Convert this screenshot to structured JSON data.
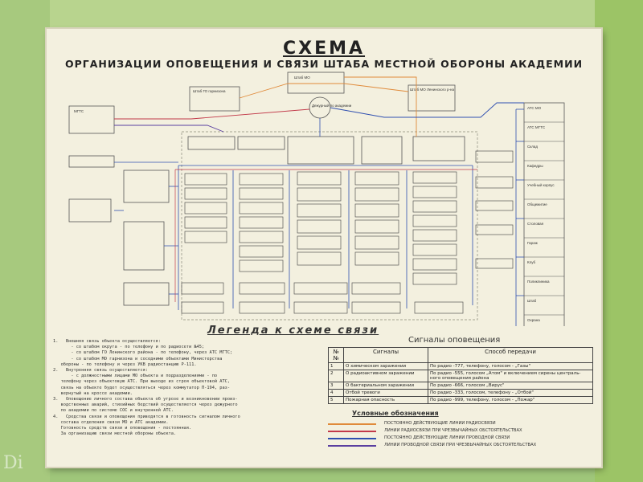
{
  "title_main": "СХЕМА",
  "title_sub": "ОРГАНИЗАЦИИ ОПОВЕЩЕНИЯ И СВЯЗИ ШТАБА МЕСТНОЙ ОБОРОНЫ АКАДЕМИИ",
  "legend_title": "Легенда к схеме связи",
  "notes": [
    "1.   Внешняя связь объекта осуществляется:",
    "       - со штабом округа - по телефону и по радиосети №45;",
    "       - со штабом ГО Ленинского района - по телефону, через АТС МГТС;",
    "       - со штабом МО гарнизона и соседними объектами Министерства",
    "   обороны - по телефону и через УКВ радиостанцию Р-111.",
    "2.   Внутренняя связь осуществляется:",
    "       - с должностными лицами МО объекта и подразделениями - по",
    "   телефону через объектовую АТС. При выходе из строя объектовой АТС,",
    "   связь на объекте будет осуществляться через коммутатор П-194, раз-",
    "   вернутый на кроссе академии.",
    "3.   Оповещение личного состава объекта об угрозе и возникновении произ-",
    "   водственных аварий, стихийных бедствий осуществляется через дежурного",
    "   по академии по системе СОС и внутренней АТС.",
    "4.   Средства связи и оповещения приводятся в готовность сигналом личного",
    "   состава отделения связи МО и АТС академии.",
    "   Готовность средств связи и оповещения - постоянная.",
    "   За организацию связи местной обороны объекта."
  ],
  "signals": {
    "title": "Сигналы оповещения",
    "headers": [
      "№№",
      "Сигналы",
      "Способ передачи"
    ],
    "rows": [
      [
        "1",
        "О химическом заражении",
        "По радио -777, телефону, голосом - „Газы\""
      ],
      [
        "2",
        "О радиоактивном заражении",
        "По радио -555, голосом „Атом\" и включением сирены централь-ного оповещения района"
      ],
      [
        "3",
        "О бактериальном заражении",
        "По радио -666, голосом „Вирус\""
      ],
      [
        "4",
        "Отбой тревоги",
        "По радио -333, голосом, телефону - „Отбой\""
      ],
      [
        "5",
        "Пожарная опасность",
        "По радио -999, телефону, голосом - „Пожар\""
      ]
    ]
  },
  "conditional": {
    "title": "Условные обозначения",
    "items": [
      {
        "text": "ПОСТОЯННО ДЕЙСТВУЮЩИЕ ЛИНИИ РАДИОСВЯЗИ",
        "color": "#e08a3a"
      },
      {
        "text": "ЛИНИИ РАДИОСВЯЗИ ПРИ ЧРЕЗВЫЧАЙНЫХ ОБСТОЯТЕЛЬСТВАХ",
        "color": "#c23a4a"
      },
      {
        "text": "ПОСТОЯННО ДЕЙСТВУЮЩИЕ ЛИНИИ ПРОВОДНОЙ СВЯЗИ",
        "color": "#2f4fb0"
      },
      {
        "text": "ЛИНИИ ПРОВОДНОЙ СВЯЗИ ПРИ ЧРЕЗВЫЧАЙНЫХ ОБСТОЯТЕЛЬСТВАХ",
        "color": "#5a3fa0"
      }
    ]
  },
  "diagram_labels": {
    "top_box": "Штаб МО",
    "left_top": "Штаб ГО гарнизона",
    "right_top": "Штаб МО Ленинского р-на",
    "center_circle": "Дежурный по академии",
    "left_side": "МГТС",
    "right_column": [
      "АТС МО",
      "АТС МГТС",
      "Склад",
      "Кафедры",
      "Учебный корпус",
      "Общежитие",
      "Столовая",
      "Гараж",
      "Клуб",
      "Поликлиника",
      "Штаб",
      "Охрана"
    ]
  },
  "watermark": "Di"
}
